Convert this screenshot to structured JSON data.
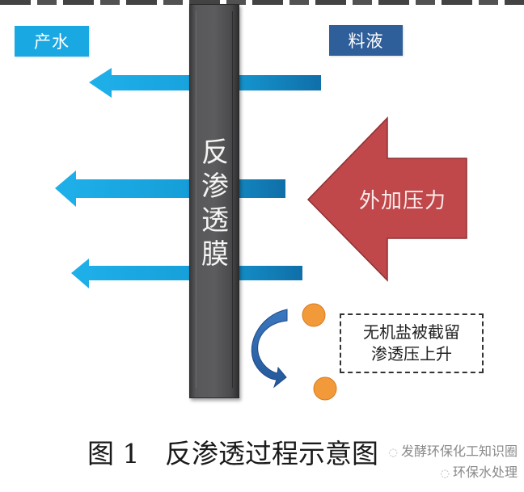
{
  "labels": {
    "product_water": "产水",
    "feed_liquid": "料液"
  },
  "membrane": {
    "chars": [
      "反",
      "渗",
      "透",
      "膜"
    ]
  },
  "pressure_arrow": {
    "label": "外加压力",
    "color": "#c0474a"
  },
  "note": {
    "line1": "无机盐被截留",
    "line2": "渗透压上升"
  },
  "caption": {
    "text": "图 1   反渗透过程示意图"
  },
  "watermark": {
    "line1": "发酵环保化工知识圈",
    "line2": "环保水处理"
  },
  "colors": {
    "product_box": "#1aa8e2",
    "feed_box": "#2f5f9a",
    "flow_arrow": "#1aa8e2",
    "membrane": "#4e4e50",
    "salt_particle": "#f29a3a",
    "curve_arrow": "#2f6cb0"
  }
}
